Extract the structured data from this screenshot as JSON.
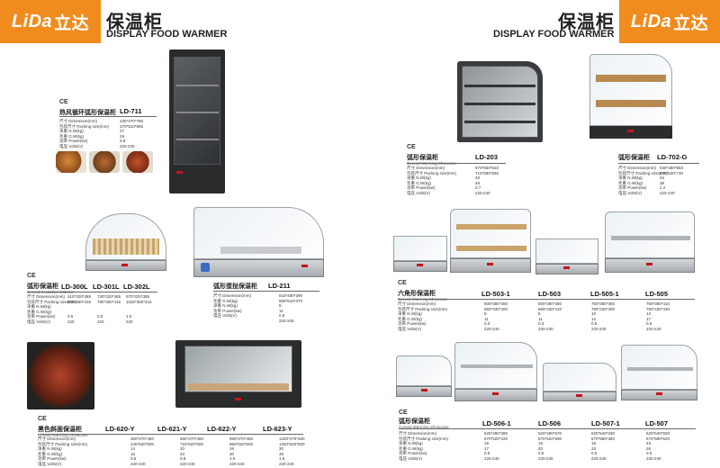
{
  "header": {
    "logo_text": "LiDa",
    "logo_cn": "立达",
    "title_cn": "保温柜",
    "title_en": "DISPLAY FOOD WARMER"
  },
  "colors": {
    "brand_orange": "#f08c1e",
    "accent_red": "#c4161c"
  },
  "ce_mark": "CE",
  "products": {
    "ld711": {
      "name_cn": "热风循环弧形保温柜",
      "models": [
        "LD-711"
      ],
      "spec_labels": "尺寸 Dimension(mm)\n包装尺寸 Packing size(mm)\n净重 N.W(kg)\n毛重 G.W(kg)\n功率 Power(kw)\n电压 Volts(V)",
      "spec_values": [
        "430*470*785\n470*510*805\n27\n29\n0.8\n220-240"
      ]
    },
    "ld300": {
      "name_cn": "弧形保温柜",
      "name_en": "Curved Insulation Cabinet",
      "models": [
        "LD-300L",
        "LD-301L",
        "LD-302L"
      ],
      "spec_labels": "尺寸 Dimension(mm)\n包装尺寸 Packing size(mm)\n净重 N.W(kg)\n毛重 G.W(kg)\n功率 Power(kw)\n电压 Volts(V)",
      "spec_values": [
        "510*320*385\n580*350*415\n\n\n0.5\n220",
        "740*320*385\n790*350*415\n\n\n0.5\n220",
        "970*320*385\n1030*350*415\n\n\n1.0\n220"
      ]
    },
    "ld211": {
      "name_cn": "弧形蛋挞保温柜",
      "models": [
        "LD-211"
      ],
      "spec_labels": "尺寸 Dimension(mm)\n毛重 G.W(kg)\n净重 N.W(kg)\n功率 Power(kw)\n电压 Volts(V)",
      "spec_values": [
        "843*480*290\n890*510*370\n9\n11\n0.8\n220-240"
      ]
    },
    "ld620": {
      "name_cn": "黑色斜面保温柜",
      "name_en": "Curved Warming Showcase",
      "models": [
        "LD-620-Y",
        "LD-621-Y",
        "LD-622-Y",
        "LD-623-Y"
      ],
      "spec_labels": "尺寸 Dimension(mm)\n包装尺寸 Packing size(mm)\n净重 N.W(kg)\n毛重 G.W(kg)\n功率 Power(kw)\n电压 Volts(V)",
      "spec_values": [
        "360*470*460\n430*520*500\n14\n16\n0.5\n220-240",
        "660*470*460\n710*520*500\n20\n23\n0.8\n220-240",
        "960*470*460\n960*520*500\n26\n30\n1.0\n220-240",
        "1200*470*460\n1250*520*500\n30\n35\n1.5\n220-240"
      ]
    },
    "ld203": {
      "name_cn": "弧形保温柜",
      "name_en": "Curved Warming Showcase",
      "models": [
        "LD-203"
      ],
      "spec_labels": "尺寸 Dimension(mm)\n包装尺寸 Packing size(mm)\n净重 N.W(kg)\n毛重 G.W(kg)\n功率 Power(kw)\n电压 Volts(V)",
      "spec_values": [
        "670*550*610\n710*580*650\n40\n48\n0.7\n220-240"
      ]
    },
    "ld702": {
      "name_cn": "弧形保温柜",
      "models": [
        "LD-702-G"
      ],
      "spec_labels": "尺寸 Dimension(mm)\n包装尺寸 Packing size(mm)\n净重 N.W(kg)\n毛重 G.W(kg)\n功率 Power(kw)\n电压 Volts(V)",
      "spec_values": [
        "630*480*683\n670*520*730\n34\n38\n2.2\n220-240"
      ]
    },
    "ld503": {
      "name_cn": "六角形保温柜",
      "name_en": "Curved Warming Showcase",
      "models": [
        "LD-503-1",
        "LD-503",
        "LD-505-1",
        "LD-505"
      ],
      "spec_labels": "尺寸 Dimension(mm)\n包装尺寸 Packing size(mm)\n净重 N.W(kg)\n毛重 G.W(kg)\n功率 Power(kw)\n电压 Volts(V)",
      "spec_values": [
        "500*380*360\n560*430*400\n8\n11\n0.3\n220-240",
        "500*380*380\n560*430*410\n8\n11\n0.3\n220-240",
        "760*380*360\n760*430*400\n10\n14\n0.5\n220-240",
        "760*380*410\n760*430*430\n13\n17\n0.5\n220-240"
      ]
    },
    "ld506": {
      "name_cn": "弧形保温柜",
      "name_en": "Curved Warming Showcase",
      "models": [
        "LD-506-1",
        "LD-506",
        "LD-507-1",
        "LD-507"
      ],
      "spec_labels": "尺寸 Dimension(mm)\n包装尺寸 Packing size(mm)\n净重 N.W(kg)\n毛重 G.W(kg)\n功率 Power(kw)\n电压 Volts(V)",
      "spec_values": [
        "520*480*380\n570*520*420\n15\n17\n0.5\n220-240",
        "520*480*570\n570*520*590\n18\n20\n0.5\n220-240",
        "620*540*330\n670*580*360\n19\n23\n0.5\n220-240",
        "620*540*500\n670*580*520\n23\n26\n0.5\n220-240"
      ]
    }
  }
}
